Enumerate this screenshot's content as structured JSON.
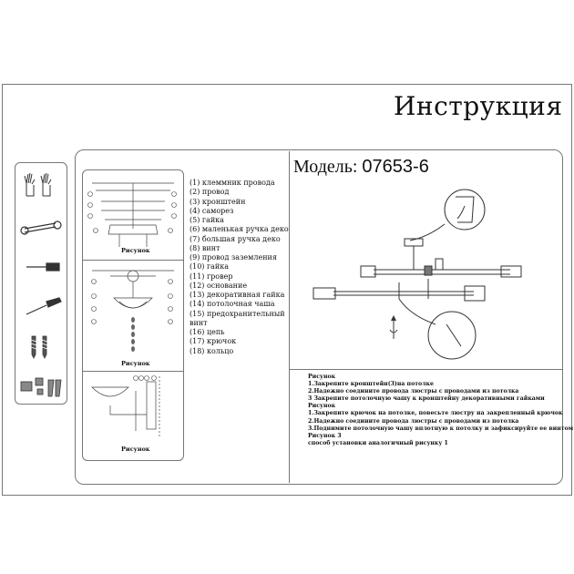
{
  "header": {
    "title": "Инструкция"
  },
  "model": {
    "label": "Модель:",
    "code": "07653-6"
  },
  "tools": [
    "gloves-icon",
    "wrench-icon",
    "screwdriver-flat-icon",
    "screwdriver-icon",
    "screws-icon",
    "connectors-icon"
  ],
  "figures": [
    {
      "label": "Рисунок"
    },
    {
      "label": "Рисунок"
    },
    {
      "label": "Рисунок"
    }
  ],
  "parts": [
    "(1) клеммник провода",
    "(2) провод",
    "(3) кронштейн",
    "(4) саморез",
    "(5) гайка",
    "(6) маленькая ручка деко",
    "(7) большая ручка деко",
    "(8) винт",
    "(9) провод заземления",
    "(10) гайка",
    "(11) гровер",
    "(12) основание",
    "(13) декоративная гайка",
    "(14) потолочная чаша",
    "(15) предохранительный",
    "винт",
    "(16) цепь",
    "(17) крючок",
    "(18) кольцо"
  ],
  "instructions": [
    "Рисунок",
    "1.Закрепите кронштейн(3)на потолке",
    "2.Надежно соедините провода люстры с проводами из потолка",
    "3 Закрепите потолочную чашу к кронштейну декоративными гайками",
    "Рисунок",
    "1.Закрепите крючок на потолке, повесьте люстру на закрепленный крючок",
    "2.Надежно соедините провода люстры с проводами из потолка",
    "3.Поднимите потолочную чашу вплотную к потолку и зафиксируйте ее винтом",
    "Рисунок 3",
    "способ установки аналогичный рисунку 1"
  ]
}
